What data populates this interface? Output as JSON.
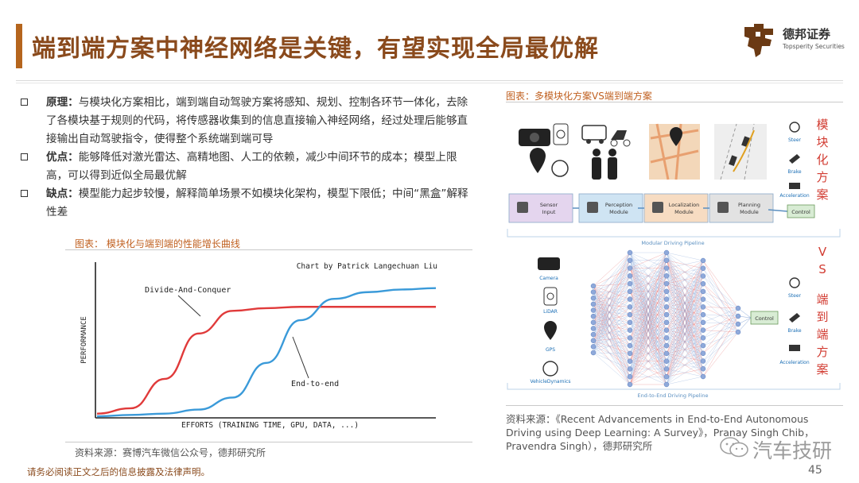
{
  "header": {
    "title": "端到端方案中神经网络是关键，有望实现全局最优解",
    "logo_cn": "德邦证券",
    "logo_en": "Topsperity Securities"
  },
  "bullets": [
    {
      "label": "原理：",
      "text": "与模块化方案相比，端到端自动驾驶方案将感知、规划、控制各环节一体化，去除了各模块基于规则的代码，将传感器收集到的信息直接输入神经网络，经过处理后能够直接输出自动驾驶指令，使得整个系统端到端可导"
    },
    {
      "label": "优点：",
      "text": "能够降低对激光雷达、高精地图、人工的依赖，减少中间环节的成本；模型上限高，可以得到近似全局最优解"
    },
    {
      "label": "缺点：",
      "text": "模型能力起步较慢，解释简单场景不如模块化架构，模型下限低；中间“黑盒”解释性差"
    }
  ],
  "left_figure": {
    "caption": "图表： 模块化与端到端的性能增长曲线",
    "source": "资料来源：赛博汽车微信公众号，德邦研究所",
    "chart_data": {
      "type": "line",
      "credit": "Chart by Patrick Langechuan Liu",
      "xlabel": "EFFORTS (TRAINING TIME, GPU, DATA, ...)",
      "ylabel": "PERFORMANCE",
      "annotations": [
        "Divide-And-Conquer",
        "End-to-end"
      ],
      "series": [
        {
          "name": "Divide-And-Conquer",
          "color": "#e03a3a",
          "x": [
            0,
            1,
            2,
            3,
            4,
            5,
            6,
            7,
            8,
            9,
            10
          ],
          "y": [
            0.02,
            0.06,
            0.28,
            0.62,
            0.79,
            0.81,
            0.82,
            0.82,
            0.82,
            0.82,
            0.82
          ]
        },
        {
          "name": "End-to-end",
          "color": "#3a9ad9",
          "x": [
            0,
            1,
            2,
            3,
            4,
            5,
            6,
            7,
            8,
            9,
            10
          ],
          "y": [
            0.0,
            0.01,
            0.02,
            0.05,
            0.14,
            0.4,
            0.72,
            0.88,
            0.93,
            0.95,
            0.96
          ]
        }
      ]
    }
  },
  "right_figure": {
    "caption": "图表：多模块化方案VS端到端方案",
    "modules": [
      {
        "label": "Sensor Input",
        "color": "#e4d5ee"
      },
      {
        "label": "Perception Module",
        "color": "#cfe4f3"
      },
      {
        "label": "Localization Module",
        "color": "#f7dcc2"
      },
      {
        "label": "Planning Module",
        "color": "#e2e2e2"
      }
    ],
    "control_outputs": [
      "Steer",
      "Brake",
      "Acceleration"
    ],
    "control_label": "Control",
    "modular_pipeline_label": "Modular Driving Pipeline",
    "e2e_pipeline_label": "End-to-End Driving Pipeline",
    "sensors": [
      "Camera",
      "LiDAR",
      "GPS",
      "VehicleDynamics"
    ],
    "side_labels": {
      "modular": "模块化方案",
      "vs": "VS",
      "e2e": "端到端方案"
    },
    "source": "资料来源：《Recent Advancements in End-to-End Autonomous Driving using Deep Learning: A Survey》，Pranay Singh Chib，Pravendra Singh），德邦研究所"
  },
  "footer": {
    "disclaimer": "请务必阅读正文之后的信息披露及法律声明。",
    "page": "45",
    "watermark": "汽车技研"
  },
  "colors": {
    "accent": "#8a4a1c",
    "caption": "#c06020",
    "red_side": "#d23c32"
  }
}
